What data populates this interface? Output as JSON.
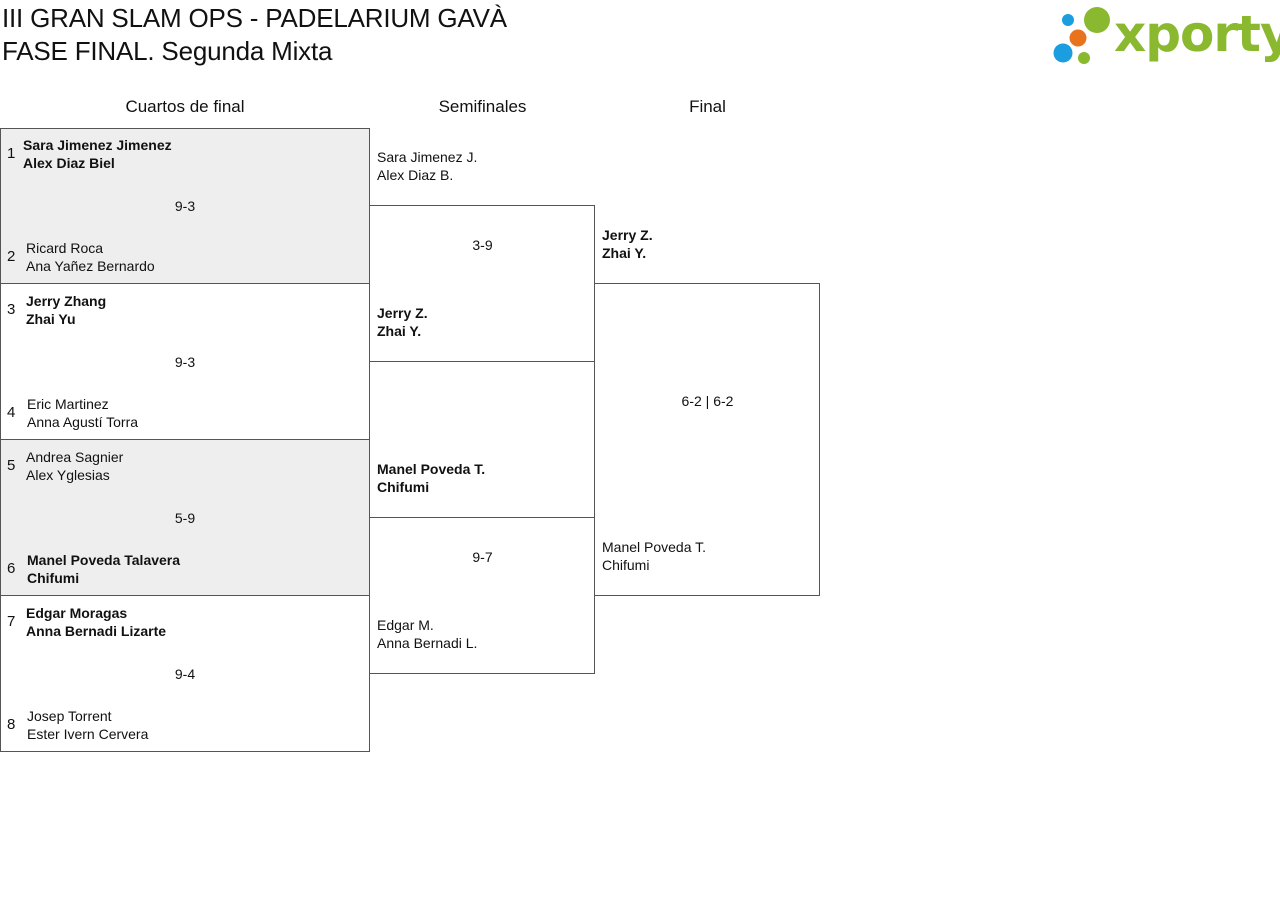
{
  "header": {
    "title_line1": "III GRAN SLAM OPS - PADELARIUM GAVÀ",
    "title_line2": "FASE FINAL. Segunda Mixta",
    "logo_text": "xporty",
    "logo_icon": "colored-dots-icon",
    "colors": {
      "green": "#8ab82e",
      "orange": "#e8731c",
      "blue": "#1a9ee0"
    }
  },
  "columns": {
    "qf": "Cuartos de final",
    "sf": "Semifinales",
    "final": "Final"
  },
  "quarterfinals": [
    {
      "top": {
        "seed": "1",
        "p1": "Sara Jimenez Jimenez",
        "p2": "Alex Diaz Biel",
        "winner": true
      },
      "score": "9-3",
      "bottom": {
        "seed": "2",
        "p1": "Ricard Roca",
        "p2": "Ana Yañez Bernardo",
        "winner": false
      }
    },
    {
      "top": {
        "seed": "3",
        "p1": "Jerry Zhang",
        "p2": "Zhai Yu",
        "winner": true
      },
      "score": "9-3",
      "bottom": {
        "seed": "4",
        "p1": "Eric Martinez",
        "p2": "Anna Agustí Torra",
        "winner": false
      }
    },
    {
      "top": {
        "seed": "5",
        "p1": "Andrea Sagnier",
        "p2": "Alex Yglesias",
        "winner": false
      },
      "score": "5-9",
      "bottom": {
        "seed": "6",
        "p1": "Manel Poveda Talavera",
        "p2": "Chifumi",
        "winner": true
      }
    },
    {
      "top": {
        "seed": "7",
        "p1": "Edgar Moragas",
        "p2": "Anna Bernadi Lizarte",
        "winner": true
      },
      "score": "9-4",
      "bottom": {
        "seed": "8",
        "p1": "Josep Torrent",
        "p2": "Ester Ivern Cervera",
        "winner": false
      }
    }
  ],
  "semifinals": [
    {
      "top": {
        "p1": "Sara Jimenez J.",
        "p2": "Alex Diaz B.",
        "winner": false
      },
      "score": "3-9",
      "bottom": {
        "p1": "Jerry Z.",
        "p2": "Zhai Y.",
        "winner": true
      }
    },
    {
      "top": {
        "p1": "Manel Poveda T.",
        "p2": "Chifumi",
        "winner": true
      },
      "score": "9-7",
      "bottom": {
        "p1": "Edgar M.",
        "p2": "Anna Bernadi L.",
        "winner": false
      }
    }
  ],
  "final": {
    "top": {
      "p1": "Jerry Z.",
      "p2": "Zhai Y.",
      "winner": true
    },
    "score": "6-2 | 6-2",
    "bottom": {
      "p1": "Manel Poveda T.",
      "p2": "Chifumi",
      "winner": false
    }
  }
}
